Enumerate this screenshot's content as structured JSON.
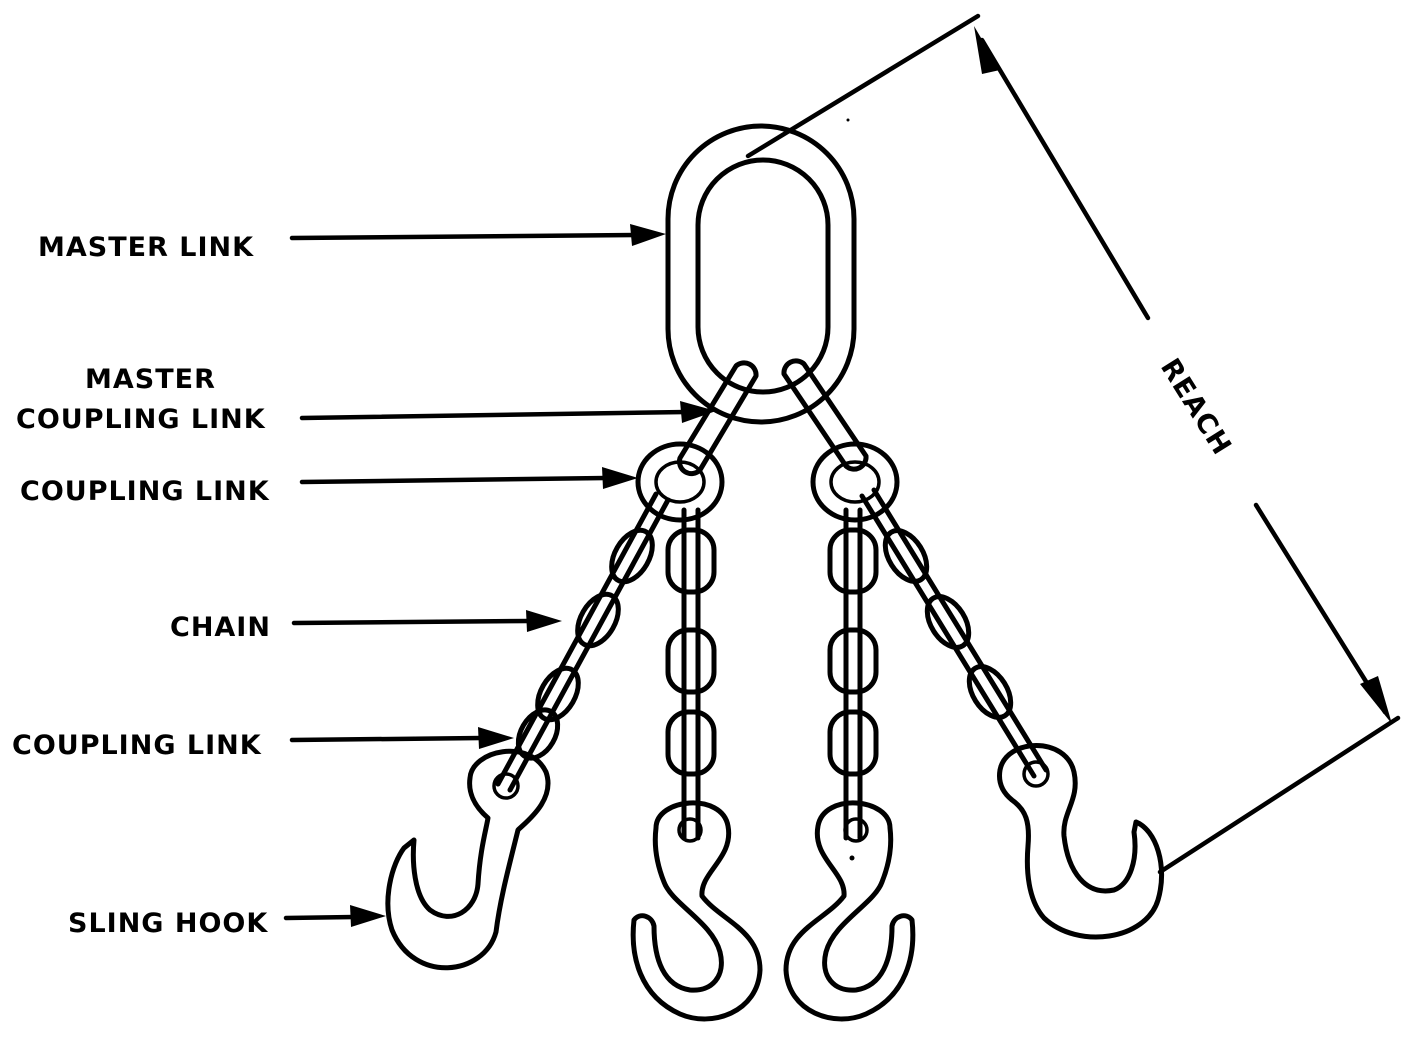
{
  "labels": {
    "master_link": "MASTER LINK",
    "master_coupling_link_line1": "MASTER",
    "master_coupling_link_line2": "COUPLING LINK",
    "coupling_link_upper": "COUPLING LINK",
    "chain": "CHAIN",
    "coupling_link_lower": "COUPLING LINK",
    "sling_hook": "SLING HOOK",
    "reach": "REACH"
  },
  "colors": {
    "ink": "#000000",
    "background": "#ffffff"
  }
}
